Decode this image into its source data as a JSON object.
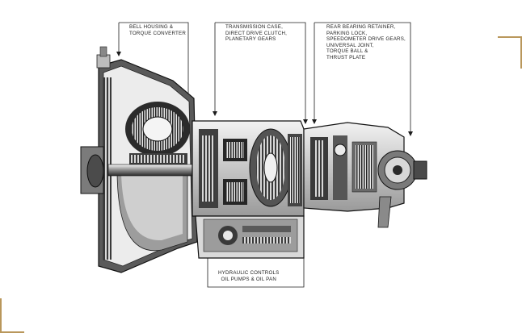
{
  "colors": {
    "frame": "#b9975b",
    "ink": "#1c1c1c",
    "mid": "#6d6d6d",
    "light": "#c7c7c7",
    "paper": "#ffffff"
  },
  "labels": {
    "bell_housing": [
      "BELL HOUSING &",
      "TORQUE CONVERTER"
    ],
    "transmission_case": [
      "TRANSMISSION CASE,",
      "DIRECT DRIVE CLUTCH,",
      "PLANETARY GEARS"
    ],
    "rear_assembly": [
      "REAR BEARING RETAINER,",
      "PARKING LOCK,",
      "SPEEDOMETER DRIVE GEARS,",
      "UNIVERSAL JOINT,",
      "TORQUE BALL &",
      "THRUST PLATE"
    ],
    "hydraulic": [
      "HYDRAULIC CONTROLS",
      "OIL PUMPS & OIL PAN"
    ]
  }
}
